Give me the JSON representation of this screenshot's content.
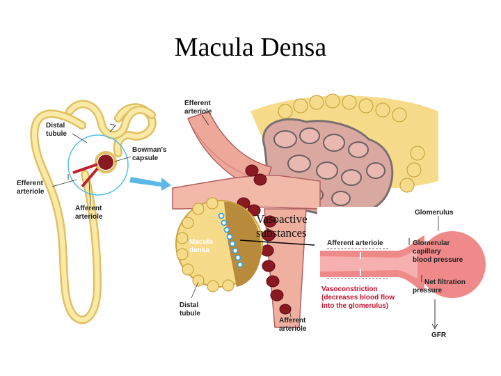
{
  "title": "Macula Densa",
  "labels": {
    "distal_tubule_top_1": "Distal",
    "distal_tubule_top_2": "tubule",
    "efferent_left_1": "Efferent",
    "efferent_left_2": "arteriole",
    "bowmans_1": "Bowman's",
    "bowmans_2": "capsule",
    "afferent_left_1": "Afferent",
    "afferent_left_2": "arteriole",
    "efferent_top_1": "Efferent",
    "efferent_top_2": "arteriole",
    "macula_densa_1": "Macula",
    "macula_densa_2": "densa",
    "distal_bottom_1": "Distal",
    "distal_bottom_2": "tubule",
    "afferent_bottom_1": "Afferent",
    "afferent_bottom_2": "arteriole",
    "vasoactive_1": "Vasoactive",
    "vasoactive_2": "substances",
    "glomerulus": "Glomerulus",
    "afferent_inset": "Afferent arteriole",
    "cap_pressure_1": "Glomerular",
    "cap_pressure_2": "capillary",
    "cap_pressure_3": "blood pressure",
    "net_filtration_1": "Net filtration",
    "net_filtration_2": "pressure",
    "vasoconstriction_1": "Vasoconstriction",
    "vasoconstriction_2": "(decreases blood flow",
    "vasoconstriction_3": "into the glomerulus)",
    "gfr": "GFR"
  },
  "colors": {
    "tubule": "#f6dc8a",
    "blood": "#e8a090",
    "dark_red": "#8a1a22",
    "blue": "#3aa0d8",
    "cyan_circle": "#4fc0e8"
  }
}
